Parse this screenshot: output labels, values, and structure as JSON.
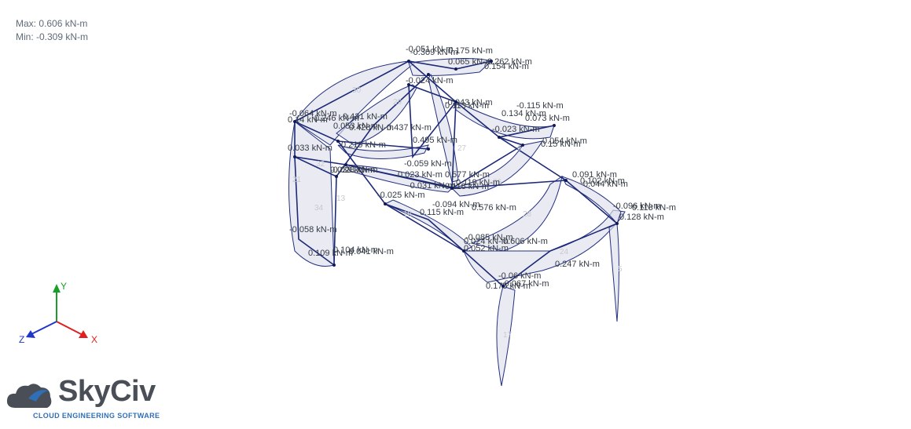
{
  "result_range": {
    "max": "Max: 0.606 kN-m",
    "min": "Min: -0.309 kN-m"
  },
  "axes": {
    "y": "Y",
    "x": "X",
    "z": "Z",
    "colors": {
      "x": "#e02020",
      "y": "#1a9e2a",
      "z": "#2036c8"
    }
  },
  "logo": {
    "name": "SkyCiv",
    "tagline": "CLOUD ENGINEERING SOFTWARE",
    "brand_color": "#2f6fb7"
  },
  "member_numbers": [
    "30",
    "29",
    "27",
    "6",
    "32",
    "21",
    "13",
    "34",
    "18",
    "28",
    "24",
    "5",
    "17",
    "26"
  ],
  "moment_labels": [
    "-0.051 kN-m",
    "-0.309 kN-m",
    "0.175 kN-m",
    "0.065 kN-m",
    "0.262 kN-m",
    "0.154 kN-m",
    "-0.024 kN-m",
    "-0.043 kN-m",
    "0.113 kN-m",
    "-0.115 kN-m",
    "0.134 kN-m",
    "0.073 kN-m",
    "-0.023 kN-m",
    "0.054 kN-m",
    "0.15 kN-m",
    "-0.064 kN-m",
    "0.14 kN-m",
    "0.246 kN-m",
    "0.431 kN-m",
    "0.053 kN-m",
    "0.428 kN-m",
    "0.437 kN-m",
    "0.495 kN-m",
    "0.033 kN-m",
    "0.219 kN-m",
    "-0.059 kN-m",
    "-0.028 kN-m",
    "0.038 kN-m",
    "0.023 kN-m",
    "0.577 kN-m",
    "0.119 kN-m",
    "-0.031 kN-m",
    "0.116 kN-m",
    "-0.025 kN-m",
    "-0.094 kN-m",
    "0.576 kN-m",
    "0.115 kN-m",
    "0.091 kN-m",
    "0.044 kN-m",
    "0.102 kN-m",
    "-0.096 kN-m",
    "0.128 kN-m",
    "0.113 kN-m",
    "-0.058 kN-m",
    "0.104 kN-m",
    "0.109 kN-m",
    "0.041 kN-m",
    "-0.085 kN-m",
    "0.024 kN-m",
    "0.606 kN-m",
    "0.052 kN-m",
    "0.247 kN-m",
    "-0.06 kN-m",
    "-0.067 kN-m",
    "0.175 kN-m"
  ]
}
